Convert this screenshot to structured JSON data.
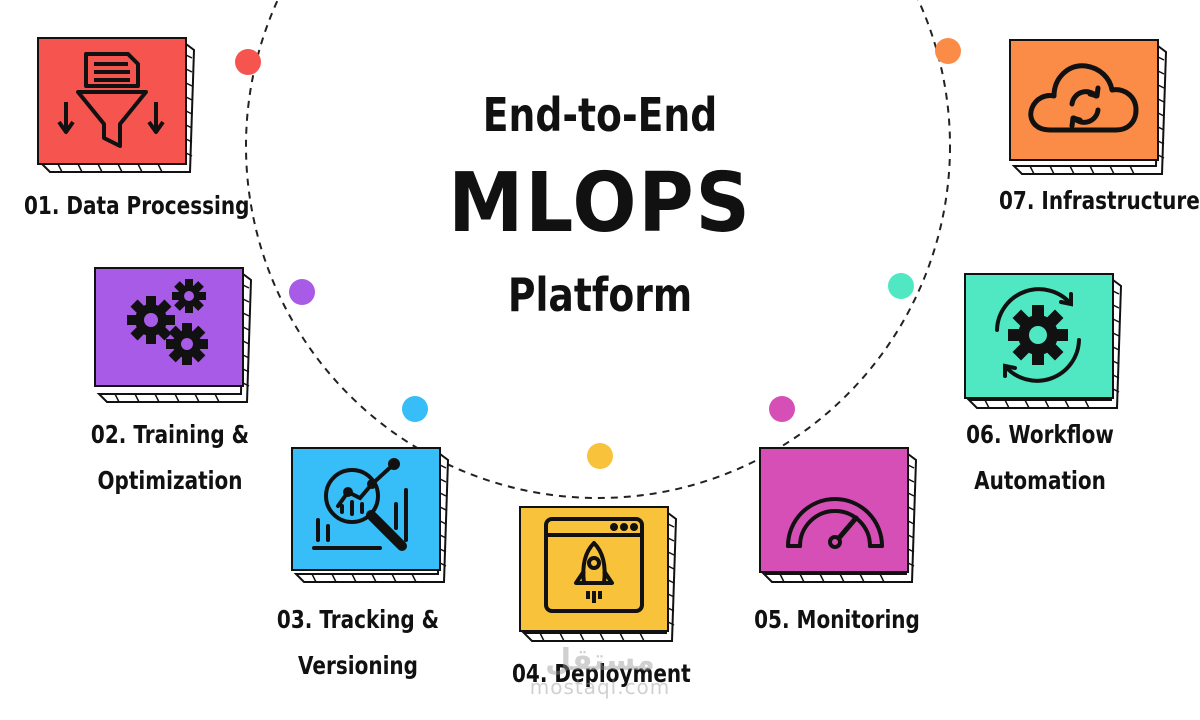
{
  "title": {
    "line1": "End-to-End",
    "line2": "MLOPS",
    "line3": "Platform"
  },
  "steps": [
    {
      "number": "01.",
      "label": "Data Processing",
      "label_line2": "",
      "color": "#f5544f",
      "dot_color": "#f5544f",
      "icon": "filter-funnel-icon"
    },
    {
      "number": "02.",
      "label": "Training &",
      "label_line2": "Optimization",
      "color": "#a75be6",
      "dot_color": "#a75be6",
      "icon": "gears-icon"
    },
    {
      "number": "03.",
      "label": "Tracking &",
      "label_line2": "Versioning",
      "color": "#37bdf7",
      "dot_color": "#37bdf7",
      "icon": "magnifier-chart-icon"
    },
    {
      "number": "04.",
      "label": "Deployment",
      "label_line2": "",
      "color": "#f8c23a",
      "dot_color": "#f8c23a",
      "icon": "rocket-browser-icon"
    },
    {
      "number": "05.",
      "label": "Monitoring",
      "label_line2": "",
      "color": "#d54fb6",
      "dot_color": "#d54fb6",
      "icon": "gauge-icon"
    },
    {
      "number": "06.",
      "label": "Workflow",
      "label_line2": "Automation",
      "color": "#4fe8c3",
      "dot_color": "#4fe8c3",
      "icon": "gear-cycle-icon"
    },
    {
      "number": "07.",
      "label": "Infrastructure",
      "label_line2": "",
      "color": "#fb8c48",
      "dot_color": "#fb8c48",
      "icon": "cloud-sync-icon"
    }
  ],
  "watermark": {
    "arabic": "مستقل",
    "site": "mostaql.com"
  }
}
